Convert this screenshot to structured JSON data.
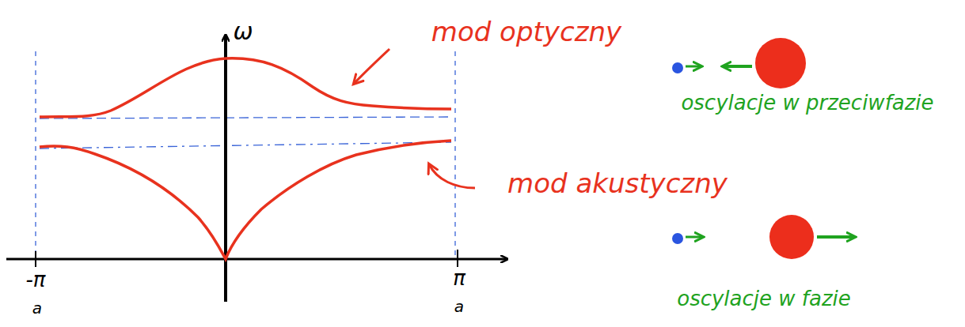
{
  "diagram": {
    "labels": [
      "ω",
      "-π",
      "a",
      "π",
      "a",
      "mod optyczny",
      "mod akustyczny",
      "oscylacje w przeciwfazie",
      "oscylacje w fazie"
    ]
  }
}
